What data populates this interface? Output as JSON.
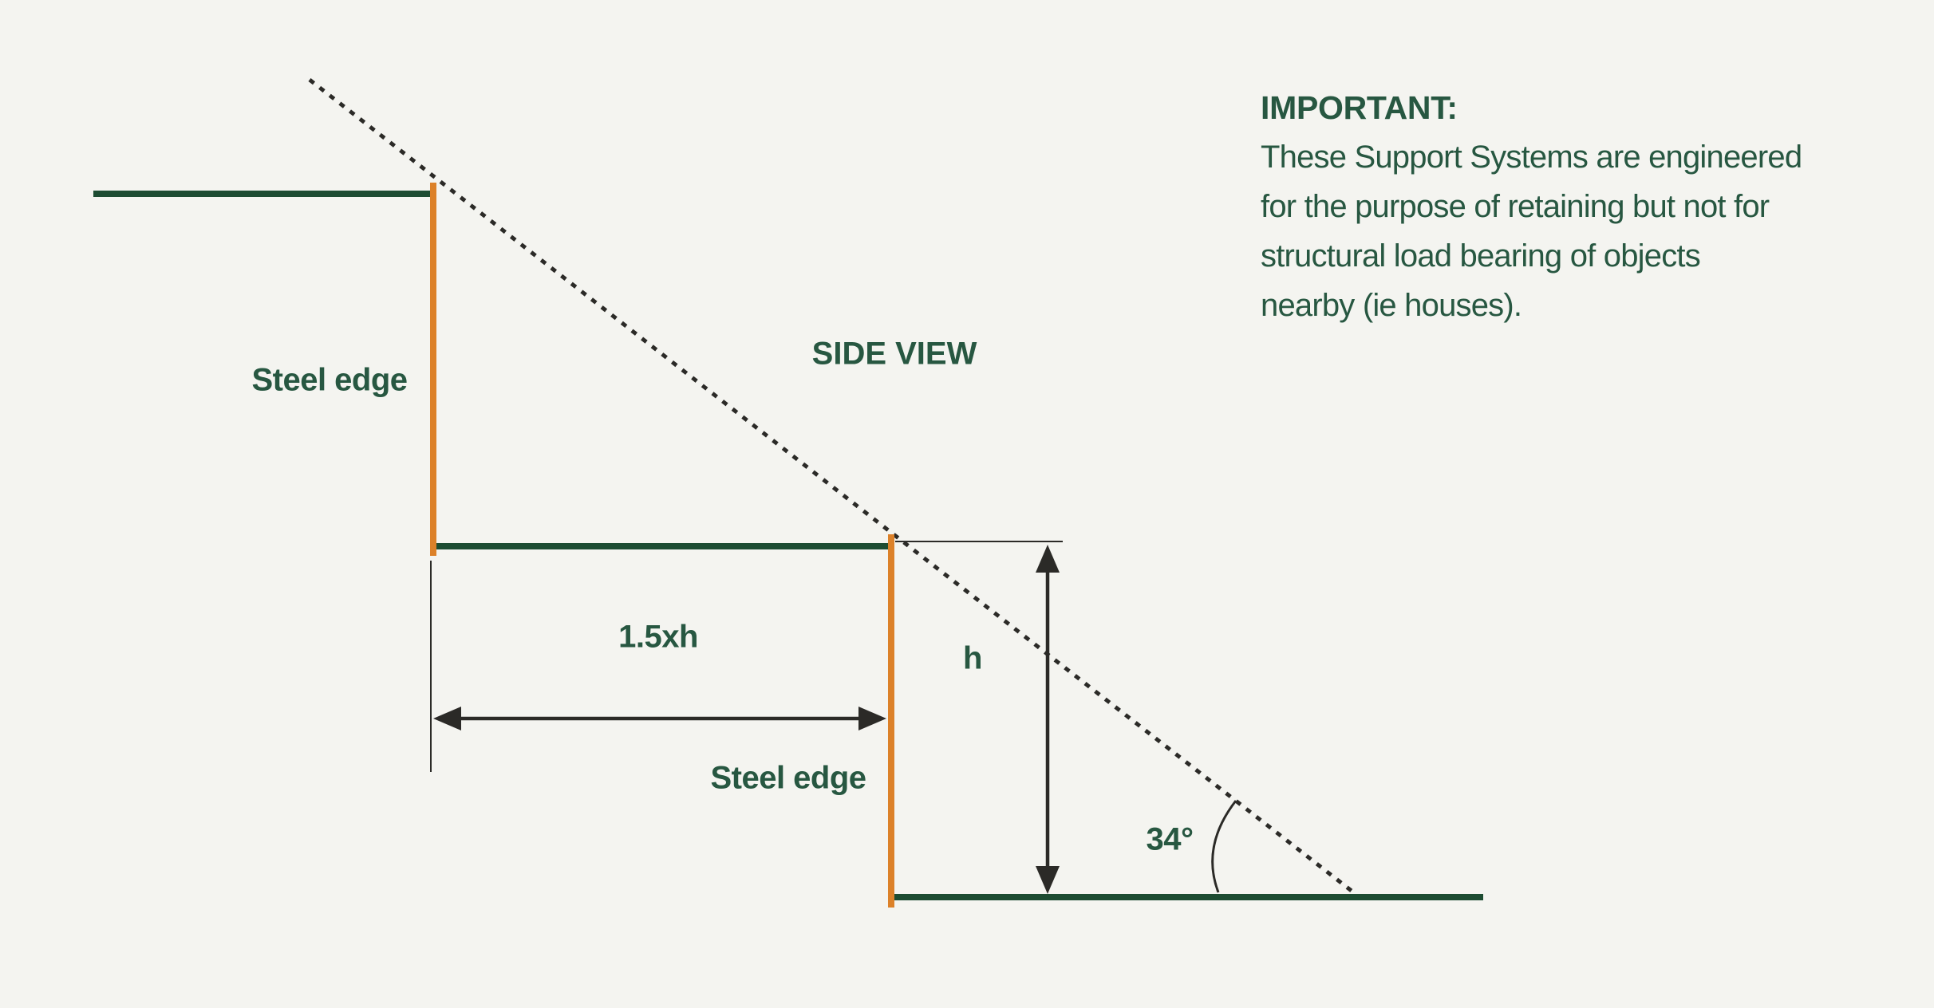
{
  "colors": {
    "background": "#f4f4f0",
    "green-line": "#1d4c32",
    "green-text": "#275741",
    "orange": "#dc8129",
    "dark": "#2b2a27"
  },
  "diagram": {
    "view_label": "SIDE VIEW",
    "steel_edge_label_upper": "Steel edge",
    "steel_edge_label_lower": "Steel edge",
    "width_dimension_label": "1.5xh",
    "height_dimension_label": "h",
    "slope_angle_label": "34°"
  },
  "note": {
    "heading": "IMPORTANT:",
    "lines": [
      "These Support Systems are engineered",
      "for the purpose of retaining but not for",
      "structural load bearing of  objects",
      "nearby (ie houses)."
    ]
  }
}
